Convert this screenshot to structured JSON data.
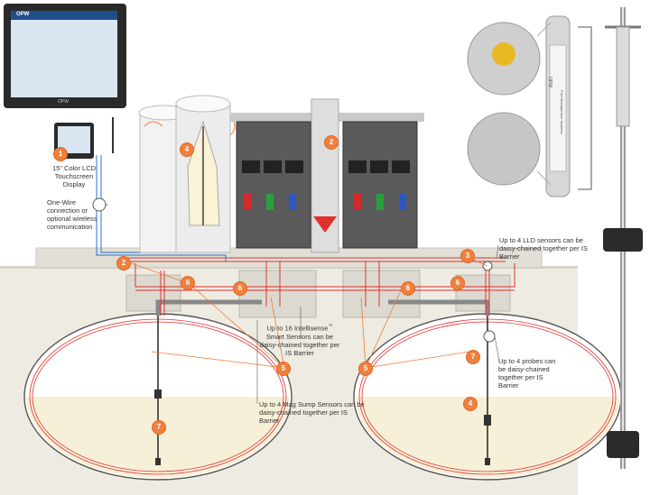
{
  "console": {
    "brand": "OPW",
    "bezel_text": "OPW"
  },
  "labels": {
    "touchscreen": "15\" Color LCD Touchscreen Display",
    "one_wire": "One-Wire connection or optional wireless communication",
    "lld_sensors": "Up to 4 LLD sensors can be daisy-chained together per IS Barrier",
    "smart_sensors_line1": "Up to 16 Intellisense",
    "smart_sensors_tm": "™",
    "smart_sensors_line2": "Smart Sensors can be daisy-chained together per IS Barrier",
    "probes": "Up to 4  probes can be daisy-chained together per IS Barrier",
    "mag_sump": "Up to 4 Mag Sump Sensors can be daisy-chained together per IS Barrier"
  },
  "probe_label": {
    "brand": "OPW",
    "fine_print": "Fuel Management Systems"
  },
  "badges": [
    {
      "id": "1",
      "text": "1"
    },
    {
      "id": "2-dispenser",
      "text": "2"
    },
    {
      "id": "2-left",
      "text": "2"
    },
    {
      "id": "3",
      "text": "3"
    },
    {
      "id": "4-aboveground",
      "text": "4"
    },
    {
      "id": "4-right",
      "text": "4"
    },
    {
      "id": "5-left",
      "text": "5"
    },
    {
      "id": "5-right",
      "text": "5"
    },
    {
      "id": "6-a",
      "text": "6"
    },
    {
      "id": "6-b",
      "text": "6"
    },
    {
      "id": "6-c",
      "text": "6"
    },
    {
      "id": "6-d",
      "text": "6"
    },
    {
      "id": "7-left",
      "text": "7"
    },
    {
      "id": "7-right",
      "text": "7"
    }
  ],
  "colors": {
    "badge": "#f0803c",
    "wire_red": "#e0312e",
    "wire_blue": "#2b6fd6",
    "leader": "#f07a3a",
    "ground": "#eeece2",
    "fuel": "#f7f0d8"
  }
}
